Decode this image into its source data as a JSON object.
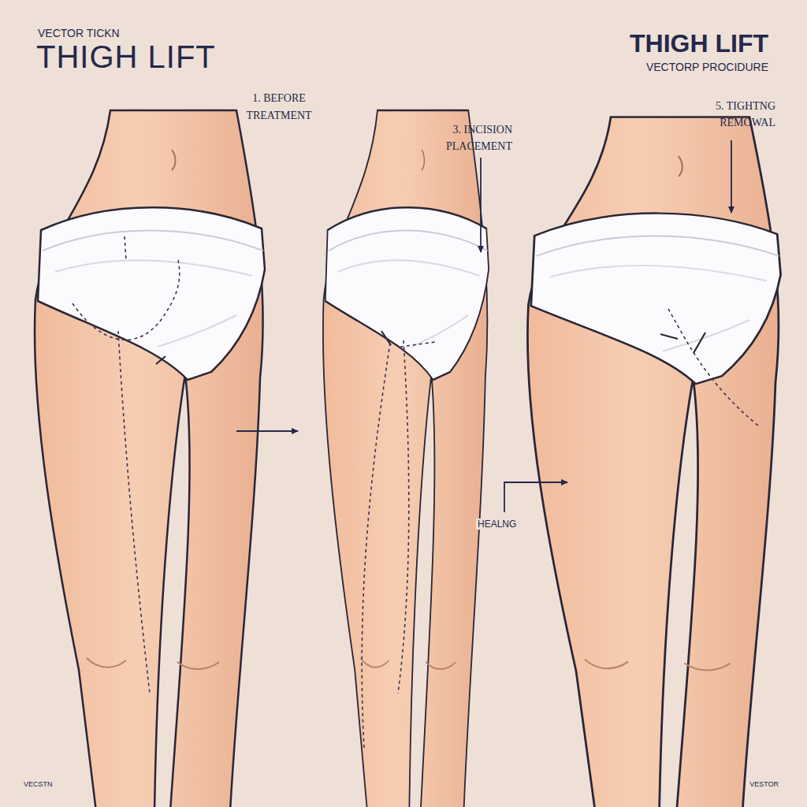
{
  "diagram": {
    "title": "THIGH LIFT",
    "labels": [
      "VECTOR TICKN",
      "THIGH LIFT",
      "VECTORP PROCIDURE",
      "1. BEFORE TREATMENT",
      "3. INCISION PLACEMENT",
      "5. TIGHTNG REMOWAL",
      "HEALNG",
      "VECSTN",
      "VESTOR"
    ]
  }
}
